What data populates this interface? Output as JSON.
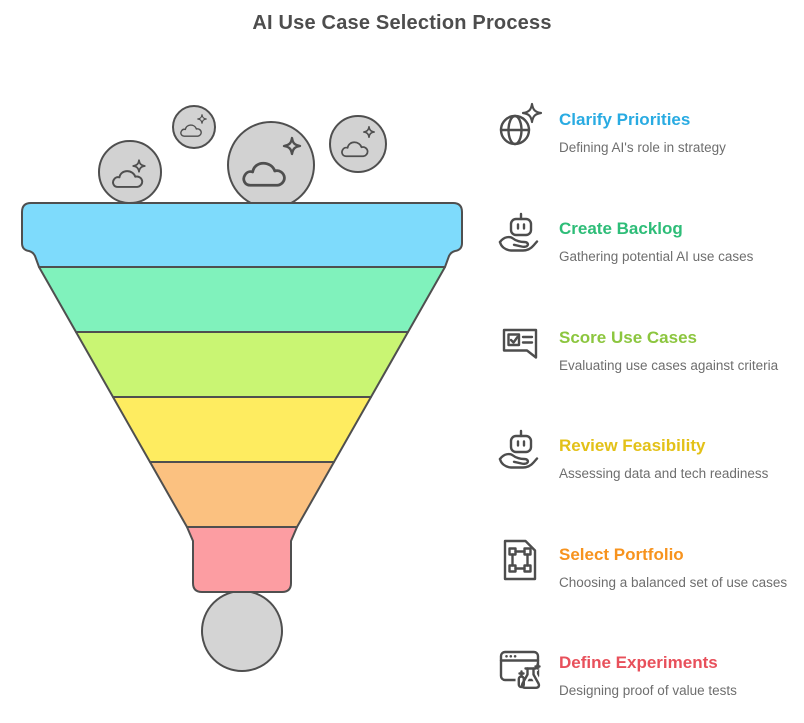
{
  "title": "AI Use Case Selection Process",
  "theme": {
    "funnel_stroke": "#4f4f4f",
    "icon_stroke": "#4d4d4d",
    "title_color": "#4d4d4d",
    "description_color": "#6e6e6e"
  },
  "funnel": {
    "bubble_fill": "#d2d2d2",
    "ball_fill": "#d4d4d4",
    "segment_colors": [
      "#7edbfc",
      "#80f2bc",
      "#c9f573",
      "#feec60",
      "#fbc180",
      "#fc9da2"
    ]
  },
  "steps": [
    {
      "title": "Clarify Priorities",
      "description": "Defining AI's role in strategy",
      "color": "#29abe2",
      "icon": "globe-sparkle"
    },
    {
      "title": "Create Backlog",
      "description": "Gathering potential AI use cases",
      "color": "#2ebd78",
      "icon": "hand-robot"
    },
    {
      "title": "Score Use Cases",
      "description": "Evaluating use cases against criteria",
      "color": "#8cc63f",
      "icon": "checklist-bubble"
    },
    {
      "title": "Review Feasibility",
      "description": "Assessing data and tech readiness",
      "color": "#e3c118",
      "icon": "hand-robot"
    },
    {
      "title": "Select Portfolio",
      "description": "Choosing a balanced set of use cases",
      "color": "#f7931e",
      "icon": "vector-file"
    },
    {
      "title": "Define Experiments",
      "description": "Designing proof of value tests",
      "color": "#e8505b",
      "icon": "browser-flask"
    }
  ]
}
